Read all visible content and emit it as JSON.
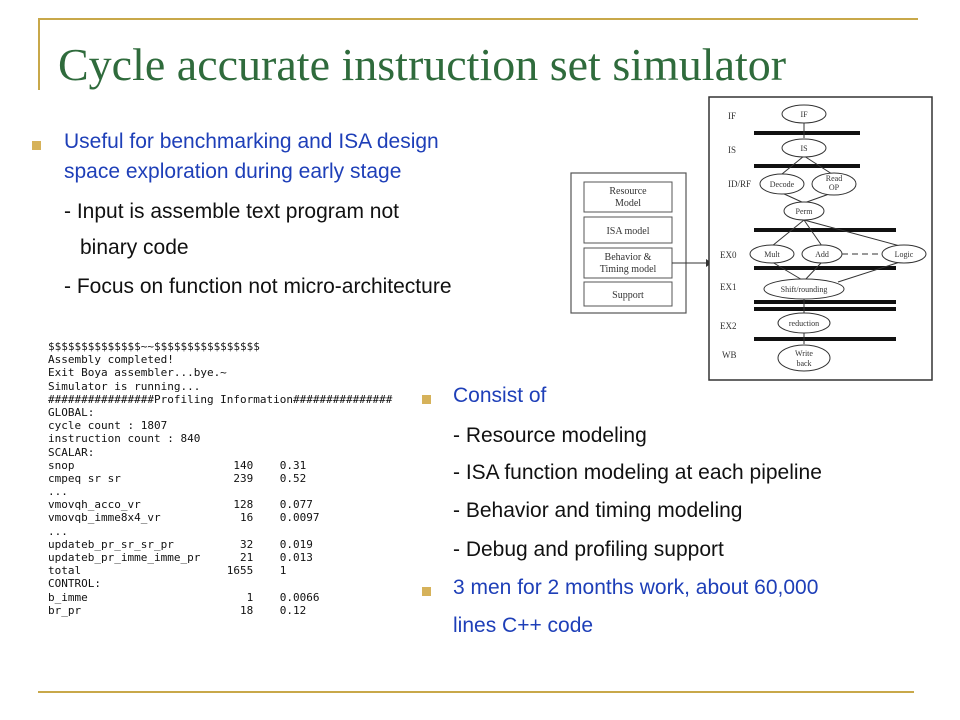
{
  "title": "Cycle accurate instruction set simulator",
  "left_bullet": {
    "line1": "Useful for benchmarking and ISA design",
    "line2": "space exploration during early stage",
    "sub": [
      "- Input is assemble text program not",
      "binary code",
      "- Focus on function not micro-architecture"
    ]
  },
  "right_bullets": {
    "consist": "Consist of",
    "items": [
      "- Resource modeling",
      "- ISA function modeling at each pipeline",
      "- Behavior and timing modeling",
      "- Debug and profiling support"
    ],
    "men_line1": "3 men for 2 months work, about 60,000",
    "men_line2": "lines C++ code"
  },
  "model_box": [
    "Resource Model",
    "ISA model",
    "Behavior & Timing model",
    "Support"
  ],
  "pipeline": {
    "stages": [
      "IF",
      "IS",
      "ID/RF",
      "EX0",
      "EX1",
      "EX2",
      "WB"
    ],
    "nodes": [
      "IF",
      "IS",
      "Decode",
      "Read OP",
      "Perm",
      "Mult",
      "Add",
      "Logic",
      "Shift/rounding",
      "reduction",
      "Write back"
    ]
  },
  "console_lines": [
    "$$$$$$$$$$$$$$~~$$$$$$$$$$$$$$$$",
    "Assembly completed!",
    "Exit Boya assembler...bye.~",
    "Simulator is running...",
    "################Profiling Information###############",
    "GLOBAL:",
    "cycle count : 1807",
    "instruction count : 840",
    "SCALAR:",
    "snop                        140    0.31",
    "cmpeq sr sr                 239    0.52",
    "...",
    "vmovqh_acco_vr              128    0.077",
    "vmovqb_imme8x4_vr            16    0.0097",
    "...",
    "updateb_pr_sr_sr_pr          32    0.019",
    "updateb_pr_imme_imme_pr      21    0.013",
    "total                      1655    1",
    "CONTROL:",
    "b_imme                        1    0.0066",
    "br_pr                        18    0.12"
  ]
}
